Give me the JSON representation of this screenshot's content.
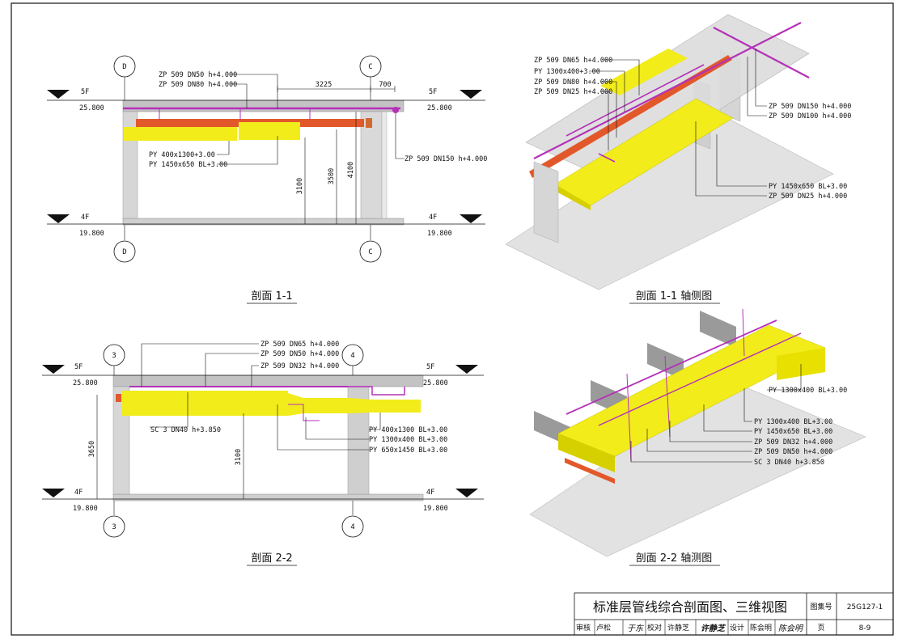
{
  "s1": {
    "caption": "剖面 1-1",
    "axis_left": "D",
    "axis_right": "C",
    "level_top_name": "5F",
    "level_top_value": "25.800",
    "level_bottom_name": "4F",
    "level_bottom_value": "19.800",
    "dim_span": "3225",
    "dim_edge": "700",
    "dim_a": "3100",
    "dim_b": "3500",
    "dim_c": "4100",
    "labels": [
      "ZP 509 DN50  h+4.000",
      "ZP 509 DN80  h+4.000",
      "PY 400x1300+3.00",
      "PY 1450x650 BL+3.00",
      "ZP 509 DN150  h+4.000"
    ]
  },
  "s2": {
    "caption": "剖面 2-2",
    "axis_left": "3",
    "axis_right": "4",
    "level_top_name": "5F",
    "level_top_value": "25.800",
    "level_bottom_name": "4F",
    "level_bottom_value": "19.800",
    "dim_a": "3650",
    "dim_b": "3100",
    "labels": [
      "ZP 509 DN65  h+4.000",
      "ZP 509 DN50  h+4.000",
      "ZP 509 DN32  h+4.000",
      "SC 3 DN40  h+3.850",
      "PY 400x1300 BL+3.00",
      "PY 1300x400 BL+3.00",
      "PY 650x1450 BL+3.00"
    ]
  },
  "iso1": {
    "caption": "剖面 1-1 轴侧图",
    "labels": [
      "ZP 509 DN65  h+4.000",
      "PY 1300x400+3.00",
      "ZP 509 DN80  h+4.000",
      "ZP 509 DN25  h+4.000",
      "ZP 509 DN150  h+4.000",
      "ZP 509 DN100  h+4.000",
      "PY 1450x650 BL+3.00",
      "ZP 509 DN25  h+4.000"
    ]
  },
  "iso2": {
    "caption": "剖面 2-2 轴测图",
    "labels": [
      "PY 1300x400 BL+3.00",
      "PY 1300x400 BL+3.00",
      "PY 1450x650 BL+3.00",
      "ZP 509 DN32  h+4.000",
      "ZP 509 DN50  h+4.000",
      "SC 3 DN40  h+3.850"
    ]
  },
  "title_block": {
    "title": "标准层管线综合剖面图、三维视图",
    "atlas_label": "图集号",
    "atlas_no": "25G127-1",
    "review_label": "审核",
    "reviewer": "卢松",
    "check_label": "校对",
    "checker": "许静芝",
    "design_label": "设计",
    "designer": "陈会明",
    "page_label": "页",
    "page_no": "8-9"
  },
  "colors": {
    "duct": "#f2ec1a",
    "pipe": "#b431b8",
    "orange": "#e2582a",
    "concrete": "#c8c8c8",
    "floor_band": "#bdbdbd"
  }
}
